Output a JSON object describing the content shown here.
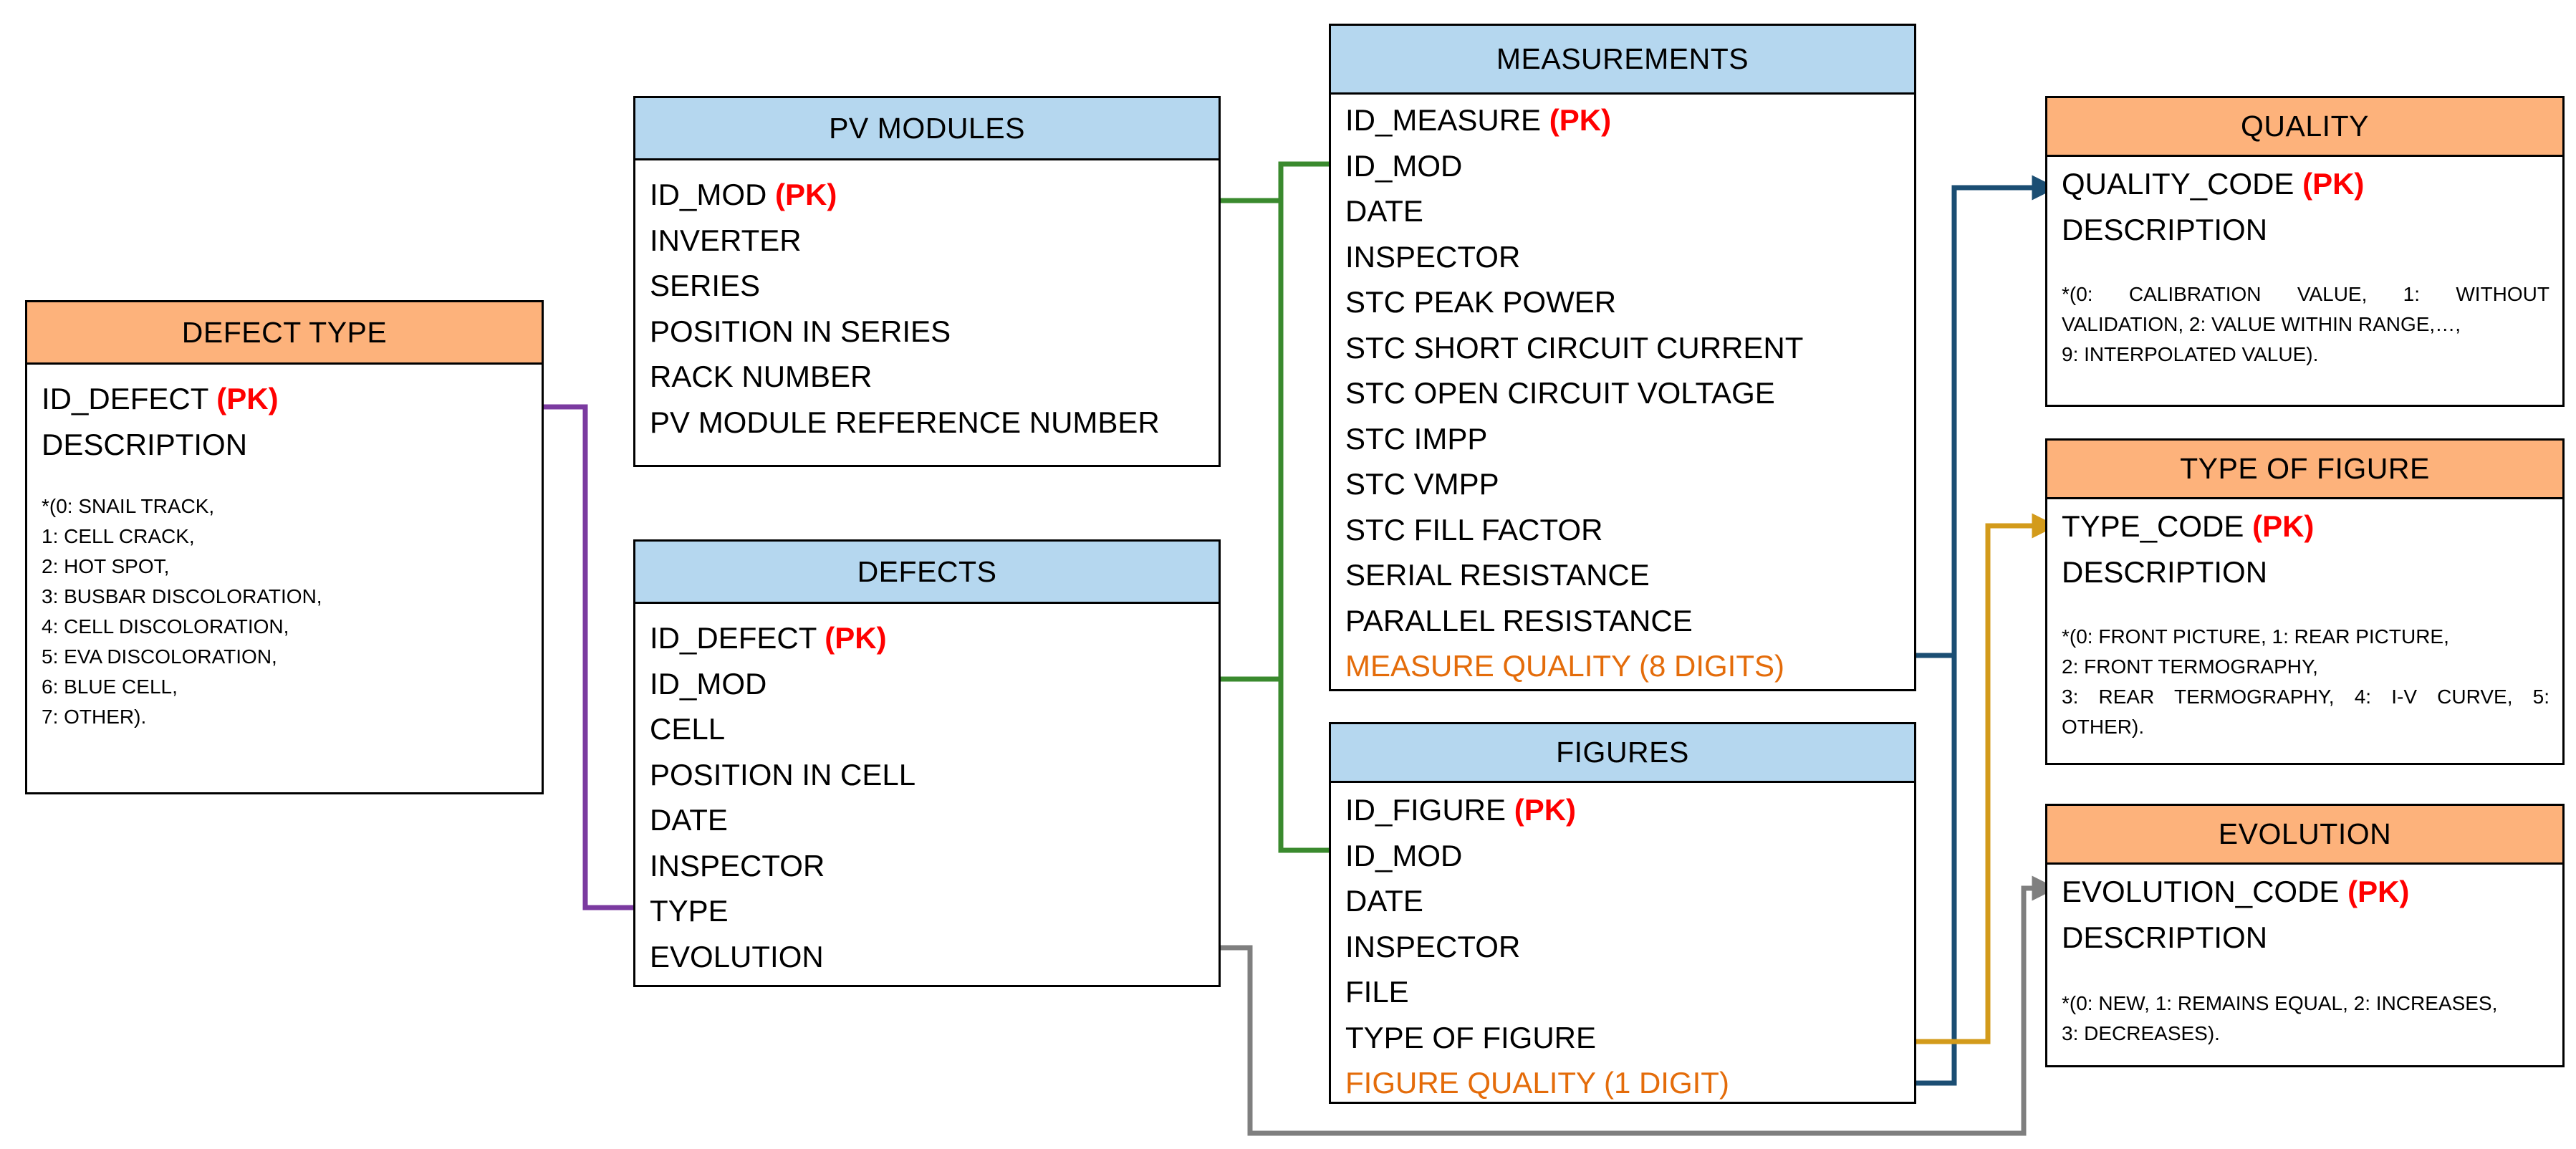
{
  "pk_marker": "(PK)",
  "colors": {
    "header_blue": "#b5d7ef",
    "header_orange": "#fdb27b",
    "pk_red": "#ff0000",
    "quality_field_orange": "#e46c0a",
    "line_green": "#3a8a2e",
    "line_purple": "#7b3aa0",
    "line_gray": "#7f7f7f",
    "line_navy": "#1b4e73",
    "line_gold": "#d39b1b"
  },
  "pv_modules": {
    "title": "PV MODULES",
    "fields": [
      "ID_MOD",
      "INVERTER",
      "SERIES",
      "POSITION IN SERIES",
      "RACK NUMBER",
      "PV MODULE REFERENCE NUMBER"
    ]
  },
  "defect_type": {
    "title": "DEFECT TYPE",
    "fields": [
      "ID_DEFECT",
      "DESCRIPTION"
    ],
    "note": "*(0: SNAIL TRACK,\n1: CELL CRACK,\n2: HOT SPOT,\n3: BUSBAR DISCOLORATION,\n4: CELL DISCOLORATION,\n5: EVA DISCOLORATION,\n6: BLUE CELL,\n7: OTHER)."
  },
  "defects": {
    "title": "DEFECTS",
    "fields": [
      "ID_DEFECT",
      "ID_MOD",
      "CELL",
      "POSITION IN CELL",
      "DATE",
      "INSPECTOR",
      "TYPE",
      "EVOLUTION"
    ]
  },
  "measurements": {
    "title": "MEASUREMENTS",
    "fields": [
      "ID_MEASURE",
      "ID_MOD",
      "DATE",
      "INSPECTOR",
      "STC PEAK POWER",
      "STC SHORT CIRCUIT CURRENT",
      "STC OPEN CIRCUIT VOLTAGE",
      "STC IMPP",
      "STC VMPP",
      "STC FILL FACTOR",
      "SERIAL RESISTANCE",
      "PARALLEL RESISTANCE",
      "MEASURE QUALITY (8 DIGITS)"
    ]
  },
  "figures": {
    "title": "FIGURES",
    "fields": [
      "ID_FIGURE",
      "ID_MOD",
      "DATE",
      "INSPECTOR",
      "FILE",
      "TYPE OF FIGURE",
      "FIGURE QUALITY (1 DIGIT)"
    ]
  },
  "quality": {
    "title": "QUALITY",
    "fields": [
      "QUALITY_CODE",
      "DESCRIPTION"
    ],
    "note": "*(0: CALIBRATION VALUE, 1: WITHOUT VALIDATION, 2: VALUE WITHIN RANGE,…,\n 9: INTERPOLATED VALUE)."
  },
  "type_of_figure": {
    "title": "TYPE OF FIGURE",
    "fields": [
      "TYPE_CODE",
      "DESCRIPTION"
    ],
    "note": "*(0: FRONT PICTURE, 1: REAR PICTURE,\n2: FRONT TERMOGRAPHY,\n3: REAR TERMOGRAPHY, 4: I-V CURVE, 5: OTHER)."
  },
  "evolution": {
    "title": "EVOLUTION",
    "fields": [
      "EVOLUTION_CODE",
      "DESCRIPTION"
    ],
    "note": "*(0: NEW, 1: REMAINS EQUAL, 2: INCREASES,\n3: DECREASES)."
  }
}
